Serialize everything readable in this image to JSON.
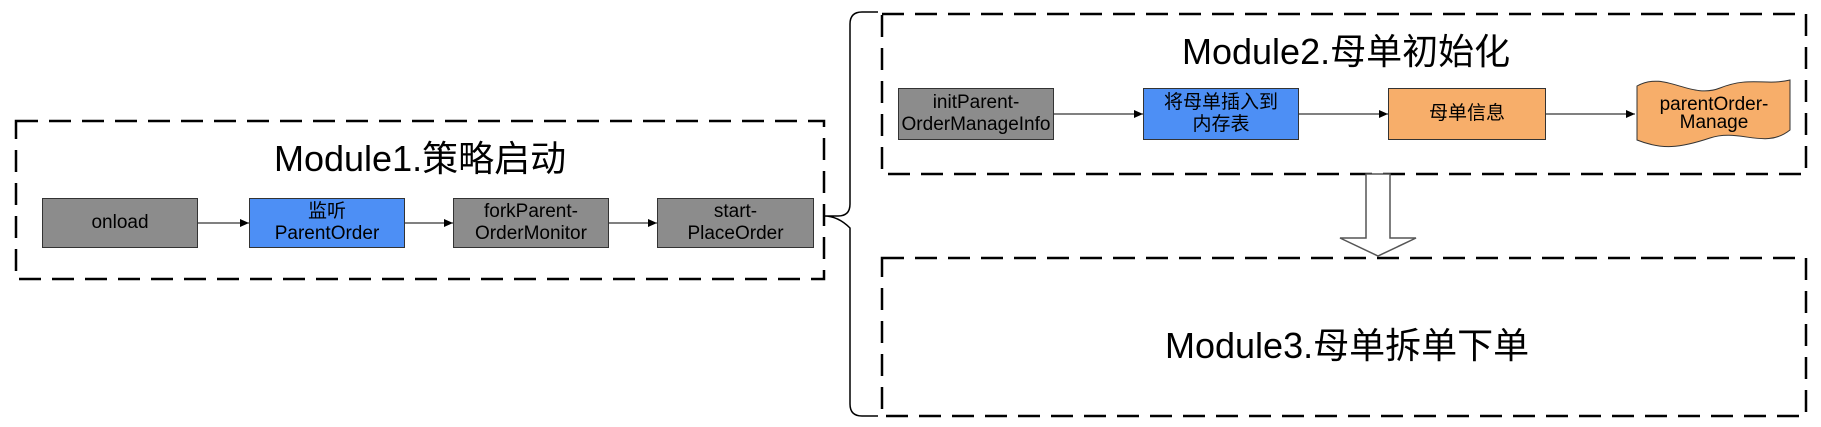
{
  "module1": {
    "title": "Module1.策略启动",
    "nodes": {
      "onload": "onload",
      "listen": "监听\nParentOrder",
      "fork": "forkParent-\nOrderMonitor",
      "start": "start-\nPlaceOrder"
    }
  },
  "module2": {
    "title": "Module2.母单初始化",
    "nodes": {
      "init": "initParent-\nOrderManageInfo",
      "insert": "将母单插入到\n内存表",
      "info": "母单信息",
      "manage": "parentOrder-\nManage"
    }
  },
  "module3": {
    "title": "Module3.母单拆单下单"
  },
  "colors": {
    "process_gray": "#8c8c8c",
    "process_blue": "#4d8ff5",
    "data_orange": "#f7ae6a",
    "border": "#333333"
  }
}
